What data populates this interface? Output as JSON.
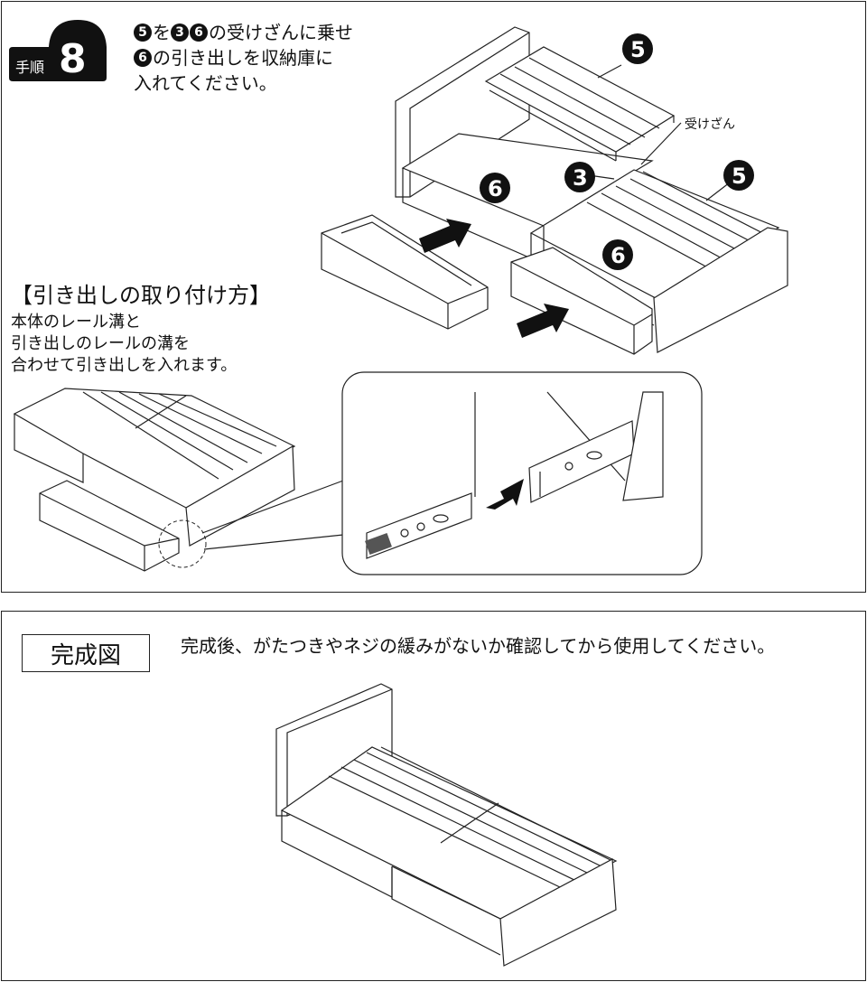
{
  "step": {
    "badge_label": "手順",
    "badge_number": "8",
    "instructions": {
      "line1": {
        "n1": "5",
        "t1": "を",
        "n2": "3",
        "n3": "6",
        "t2": "の受けざんに乗せ"
      },
      "line2": {
        "n1": "6",
        "t1": "の引き出しを収納庫に"
      },
      "line3": "入れてください。"
    },
    "callouts": {
      "slat_top": "5",
      "slat_right": "5",
      "drawer_left": "6",
      "drawer_right": "6",
      "rail_mid": "3",
      "uke_zan_label": "受けざん"
    },
    "how_to": {
      "title": "【引き出しの取り付け方】",
      "lines": [
        "本体のレール溝と",
        "引き出しのレールの溝を",
        "合わせて引き出しを入れます。"
      ]
    }
  },
  "completion": {
    "title": "完成図",
    "note": "完成後、がたつきやネジの緩みがないか確認してから使用してください。"
  }
}
